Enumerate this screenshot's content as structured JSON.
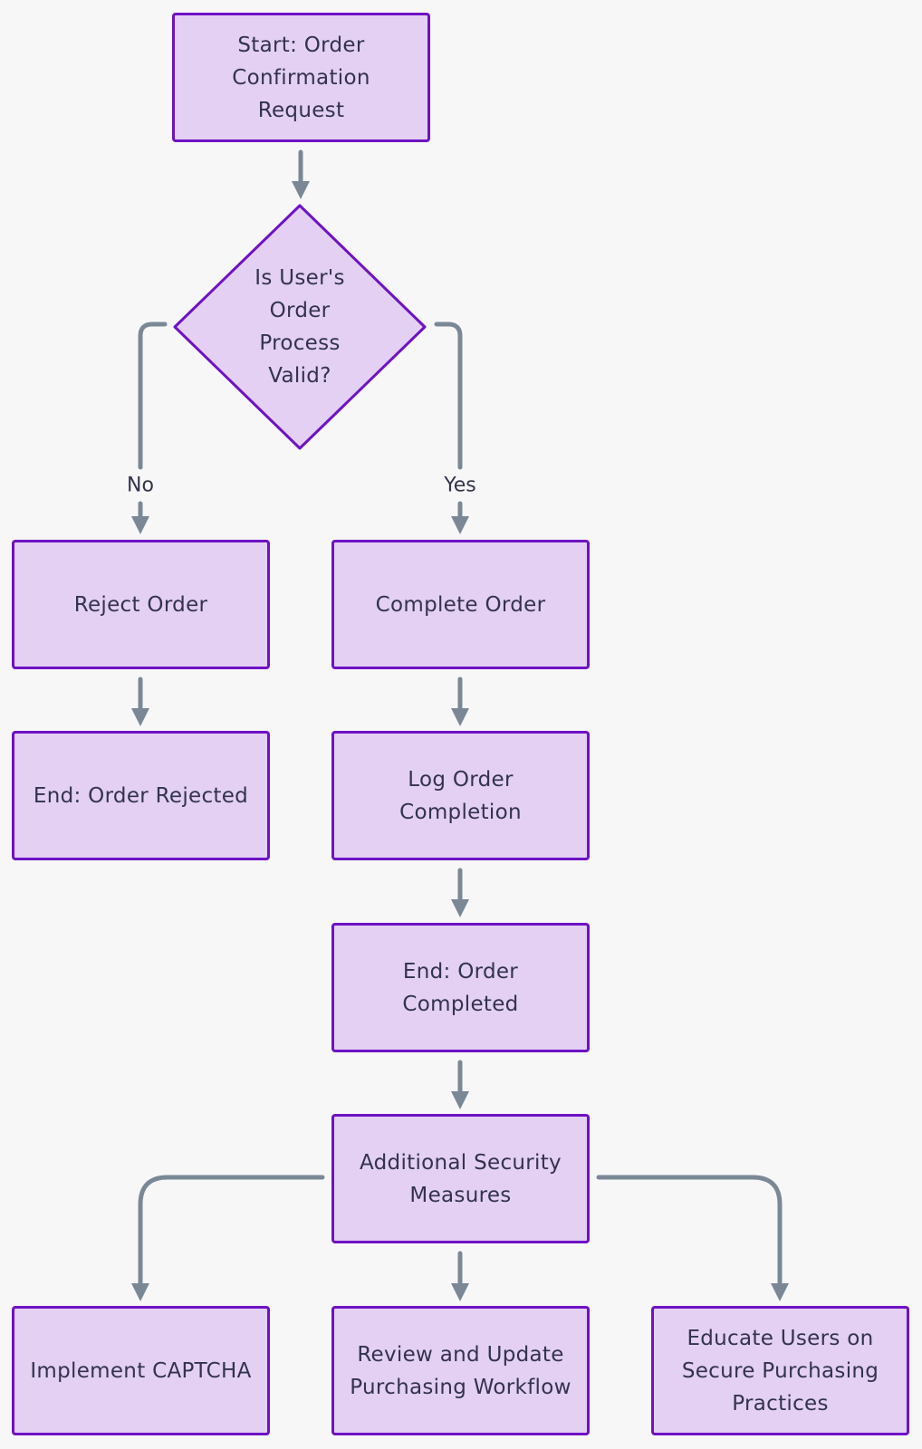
{
  "nodes": {
    "start": "Start: Order Confirmation Request",
    "decision": "Is User's Order Process Valid?",
    "reject": "Reject Order",
    "complete": "Complete Order",
    "end_rejected": "End: Order Rejected",
    "log": "Log Order Completion",
    "end_completed": "End: Order Completed",
    "security": "Additional Security Measures",
    "captcha": "Implement CAPTCHA",
    "review": "Review and Update Purchasing Workflow",
    "educate": "Educate Users on Secure Purchasing Practices"
  },
  "edge_labels": {
    "no": "No",
    "yes": "Yes"
  },
  "colors": {
    "node_fill": "#e3d0f3",
    "node_border": "#6f12c3",
    "edge": "#7a8896",
    "background": "#f7f7f8"
  }
}
